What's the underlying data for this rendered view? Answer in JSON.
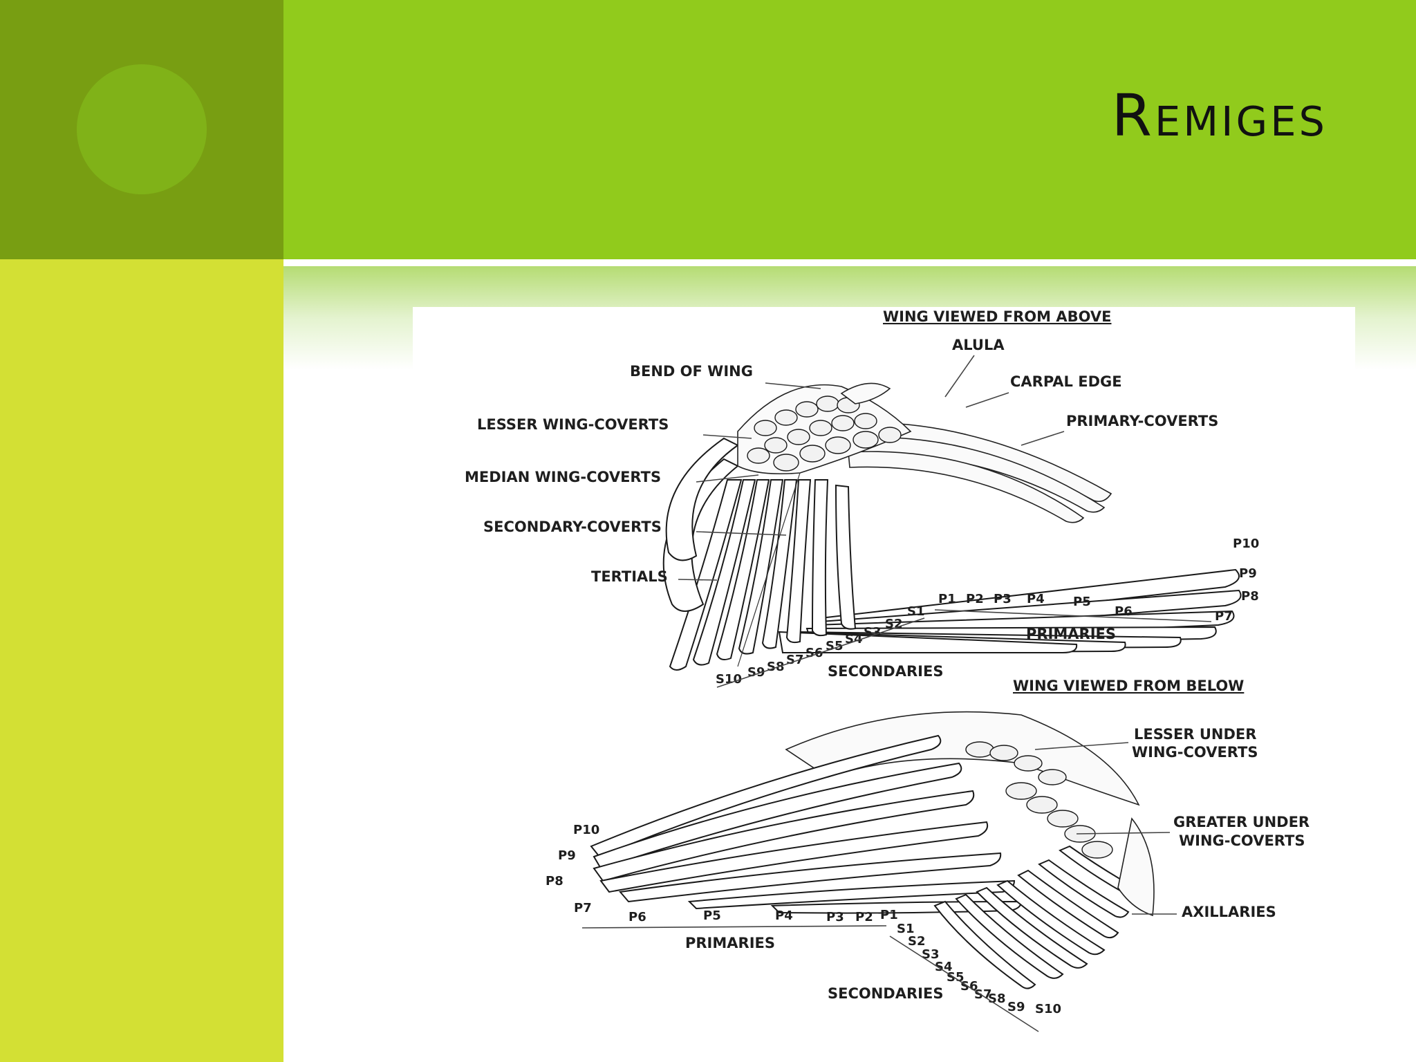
{
  "slide": {
    "title": "Remiges",
    "colors": {
      "corner": "#789e12",
      "circle": "#80b218",
      "title_band": "#91cb1c",
      "side_band": "#d3e034",
      "text": "#111111"
    }
  },
  "diagram": {
    "upper": {
      "heading": "WING VIEWED FROM ABOVE",
      "labels": {
        "alula": "ALULA",
        "bend": "BEND OF WING",
        "carpal": "CARPAL EDGE",
        "primary_coverts": "PRIMARY-COVERTS",
        "lesser": "LESSER WING-COVERTS",
        "median": "MEDIAN WING-COVERTS",
        "secondary_coverts": "SECONDARY-COVERTS",
        "tertials": "TERTIALS",
        "primaries": "PRIMARIES",
        "secondaries": "SECONDARIES"
      },
      "primary_numbers": [
        "P1",
        "P2",
        "P3",
        "P4",
        "P5",
        "P6",
        "P7",
        "P8",
        "P9",
        "P10"
      ],
      "secondary_numbers": [
        "S1",
        "S2",
        "S3",
        "S4",
        "S5",
        "S6",
        "S7",
        "S8",
        "S9",
        "S10"
      ]
    },
    "lower": {
      "heading": "WING VIEWED FROM BELOW",
      "labels": {
        "lesser_under_1": "LESSER UNDER",
        "lesser_under_2": "WING-COVERTS",
        "greater_under_1": "GREATER UNDER",
        "greater_under_2": "WING-COVERTS",
        "axillaries": "AXILLARIES",
        "primaries": "PRIMARIES",
        "secondaries": "SECONDARIES"
      },
      "primary_numbers": [
        "P1",
        "P2",
        "P3",
        "P4",
        "P5",
        "P6",
        "P7",
        "P8",
        "P9",
        "P10"
      ],
      "secondary_numbers": [
        "S1",
        "S2",
        "S3",
        "S4",
        "S5",
        "S6",
        "S7",
        "S8",
        "S9",
        "S10"
      ]
    }
  }
}
